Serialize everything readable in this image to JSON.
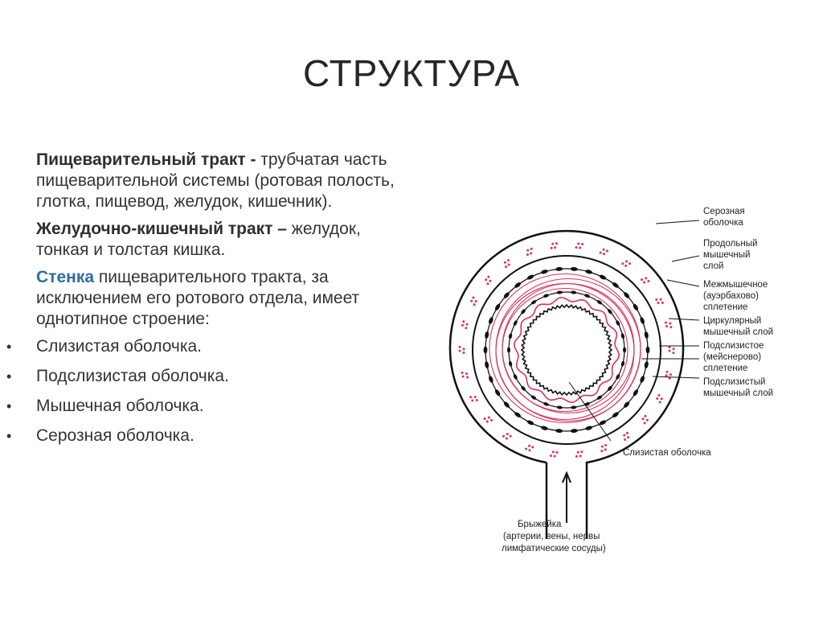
{
  "slide": {
    "title": "СТРУКТУРА",
    "p1_term": "Пищеварительный тракт -",
    "p1_def": "трубчатая часть пищеварительной системы (ротовая полость, глотка, пищевод, желудок, кишечник).",
    "p2_term": "Желудочно-кишечный тракт –",
    "p2_def": "желудок, тонкая и толстая кишка.",
    "p3_term": "Стенка",
    "p3_def": " пищеварительного тракта, за исключением его ротового отдела, имеет однотипное строение:",
    "bullets": [
      "Слизистая оболочка.",
      "Подслизистая оболочка.",
      "Мышечная оболочка.",
      "Серозная оболочка."
    ]
  },
  "diagram": {
    "labels": {
      "serosa_1": "Серозная",
      "serosa_2": "оболочка",
      "long_1": "Продольный",
      "long_2": "мышечный",
      "long_3": "слой",
      "plex_1": "Межмышечное",
      "plex_2": "(ауэрбахово)",
      "plex_3": "сплетение",
      "circ_1": "Циркулярный",
      "circ_2": "мышечный слой",
      "sub_1": "Подслизистое",
      "sub_2": "(мейснерово)",
      "sub_3": "сплетение",
      "mm_1": "Подслизистый",
      "mm_2": "мышечный слой",
      "mucosa": "Слизистая оболочка",
      "mes_1": "Брыжейка",
      "mes_2": "(артерии, вены, нервы",
      "mes_3": "лимфатические сосуды)"
    },
    "colors": {
      "accent": "#2e6da4",
      "muscle": "#d8335f",
      "ink": "#111111"
    }
  }
}
